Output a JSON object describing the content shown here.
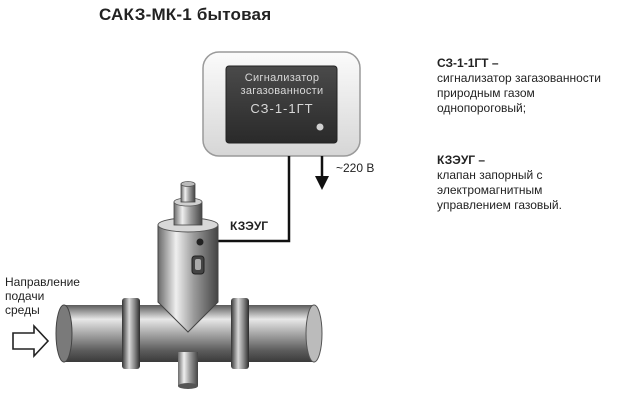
{
  "title": "САКЗ-МК-1 бытовая",
  "signalizer": {
    "screen_line1": "Сигнализатор",
    "screen_line2": "загазованности",
    "screen_code": "СЗ-1-1ГТ"
  },
  "power_label": "~220 В",
  "valve_tag": "КЗЭУГ",
  "flow_label": {
    "line1": "Направление",
    "line2": "подачи",
    "line3": "среды"
  },
  "legend": {
    "sz": {
      "heading": "СЗ-1-1ГТ –",
      "text": "сигнализатор загазованности природным газом однопороговый;"
    },
    "kzeug": {
      "heading": "КЗЭУГ –",
      "text": "клапан запорный с электромагнитным управлением газовый."
    }
  },
  "colors": {
    "device_body": "#f2f2f2",
    "screen": "#3a3a3a",
    "metal_dark": "#555555",
    "metal_light": "#e6e6e6"
  }
}
